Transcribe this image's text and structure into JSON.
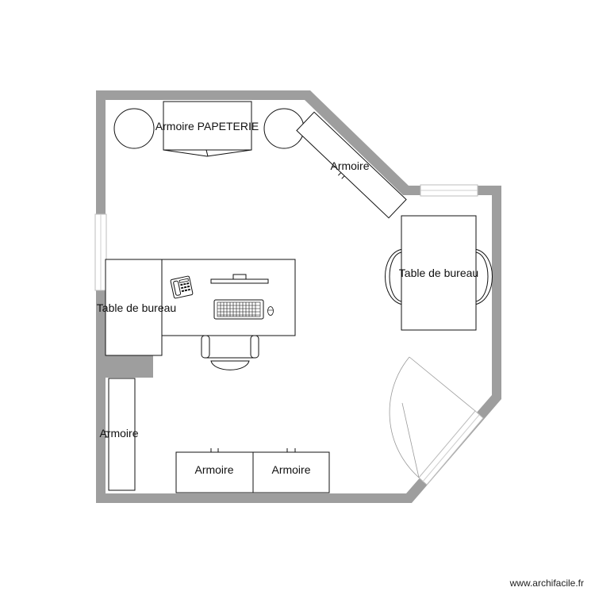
{
  "furniture": {
    "armoire_papeterie": "Armoire PAPETERIE",
    "armoire_diagonal": "Armoire",
    "table_right": "Table de bureau",
    "table_left": "Table de bureau",
    "armoire_left": "Armoire",
    "armoire_bottom_1": "Armoire",
    "armoire_bottom_2": "Armoire"
  },
  "footer": {
    "watermark": "www.archifacile.fr"
  },
  "colors": {
    "wall": "#9e9e9e",
    "line": "#111111",
    "background": "#ffffff"
  },
  "icons": [
    "phone-icon",
    "keyboard-icon",
    "mouse-icon",
    "monitor-icon",
    "chair-icon",
    "door-icon",
    "window-icon"
  ]
}
